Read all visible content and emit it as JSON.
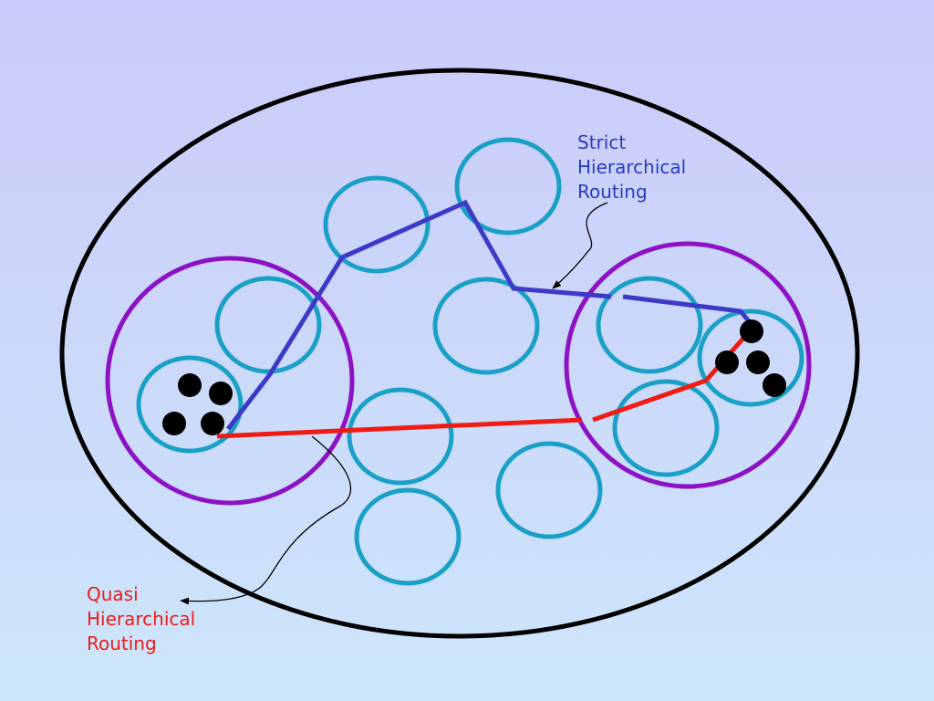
{
  "labels": {
    "strict": {
      "lines": [
        "Strict",
        "Hierarchical",
        "Routing"
      ]
    },
    "quasi": {
      "lines": [
        "Quasi",
        "Hierarchical",
        "Routing"
      ]
    }
  },
  "colors": {
    "background_top": "#cacbfa",
    "background_bottom": "#cde6fb",
    "outer_boundary": "#000000",
    "cluster": "#8c12c4",
    "subnetwork": "#1aa0c6",
    "strict_route": "#3d3ac8",
    "quasi_route": "#ef1c14",
    "node": "#000000",
    "strict_label": "#2a39c8",
    "quasi_label": "#ee1c17"
  }
}
